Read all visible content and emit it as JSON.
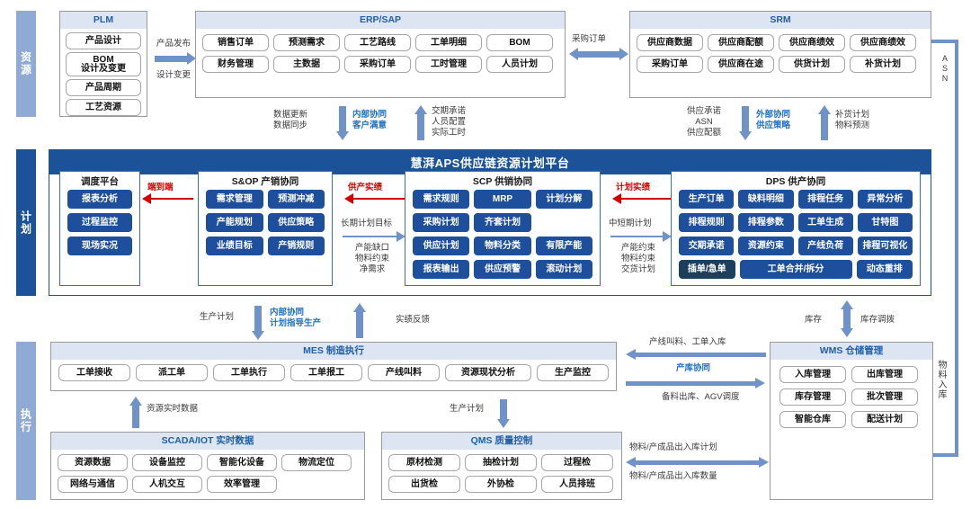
{
  "bands": {
    "resource": "资源",
    "planning": "计划",
    "execution": "执行"
  },
  "plm": {
    "title": "PLM",
    "items": [
      "产品设计",
      "BOM\n设计及变更",
      "产品周期",
      "工艺资源"
    ]
  },
  "erp": {
    "title": "ERP/SAP",
    "items": [
      "销售订单",
      "预测需求",
      "工艺路线",
      "工单明细",
      "BOM",
      "财务管理",
      "主数据",
      "采购订单",
      "工时管理",
      "人员计划"
    ]
  },
  "srm": {
    "title": "SRM",
    "items": [
      "供应商数据",
      "供应商配额",
      "供应商绩效",
      "供应商绩效",
      "采购订单",
      "供应商在途",
      "供货计划",
      "补货计划"
    ]
  },
  "platform": {
    "title": "慧湃APS供应链资源计划平台"
  },
  "dispatch": {
    "title": "调度平台",
    "items": [
      "报表分析",
      "过程监控",
      "现场实况"
    ]
  },
  "sop": {
    "title": "S&OP  产销协同",
    "items": [
      "需求管理",
      "预测冲减",
      "产能规划",
      "供应策略",
      "业绩目标",
      "产销规则"
    ]
  },
  "scp": {
    "title": "SCP  供销协同",
    "items": [
      "需求规则",
      "MRP",
      "计划分解",
      "采购计划",
      "齐套计划",
      "",
      "供应计划",
      "物料分类",
      "有限产能",
      "报表输出",
      "供应预警",
      "滚动计划"
    ]
  },
  "dps": {
    "title": "DPS  供产协同",
    "items": [
      "生产订单",
      "缺料明细",
      "排程任务",
      "异常分析",
      "排程规则",
      "排程参数",
      "工单生成",
      "甘特图",
      "交期承诺",
      "资源约束",
      "产线负荷",
      "排程可视化",
      "插单/急单",
      "工单合并/拆分",
      "动态重排"
    ]
  },
  "mes": {
    "title": "MES  制造执行",
    "items": [
      "工单接收",
      "派工单",
      "工单执行",
      "工单报工",
      "产线叫料",
      "资源现状分析",
      "生产监控"
    ]
  },
  "scada": {
    "title": "SCADA/IOT   实时数据",
    "items": [
      "资源数据",
      "设备监控",
      "智能化设备",
      "物流定位",
      "网络与通信",
      "人机交互",
      "效率管理"
    ]
  },
  "qms": {
    "title": "QMS  质量控制",
    "items": [
      "原材检测",
      "抽检计划",
      "过程检",
      "出货检",
      "外协检",
      "人员排班"
    ]
  },
  "wms": {
    "title": "WMS  仓储管理",
    "items": [
      "入库管理",
      "出库管理",
      "库存管理",
      "批次管理",
      "智能仓库",
      "配送计划"
    ]
  },
  "flows": {
    "plm_erp_top": "产品发布",
    "plm_erp_bottom": "设计变更",
    "erp_srm": "采购订单",
    "erp_down": "数据更新\n数据同步",
    "erp_mid": "内部协同\n客户满意",
    "erp_up": "交期承诺\n人员配置\n实际工时",
    "srm_down": "供应承诺\nASN\n供应配额",
    "srm_mid": "外部协同\n供应策略",
    "srm_up": "补货计划\n物料预测",
    "asn_label": "ASN",
    "end_to_end": "端到端",
    "supply_actual": "供产实绩",
    "plan_actual": "计划实绩",
    "long_term": "长期计划目标",
    "long_term_sub": "产能缺口\n物料约束\n净需求",
    "mid_short": "中短期计划",
    "mid_short_sub": "产能约束\n物料约束\n交货计划",
    "prod_plan_left": "生产计划",
    "internal_collab": "内部协同\n计划指导生产",
    "actual_feedback": "实绩反馈",
    "inventory": "库存",
    "inventory_transfer": "库存调拨",
    "res_realtime": "资源实时数据",
    "prod_plan_mid": "生产计划",
    "line_call": "产线叫料、工单入库",
    "prod_wh_collab": "产库协同",
    "prep_agv": "备料出库、AGV调度",
    "mat_io_plan": "物料/产成品出入库计划",
    "mat_io_qty": "物料/产成品出入库数量",
    "mat_inbound": "物料入库"
  },
  "colors": {
    "band_light": "#8faad4",
    "band_dark": "#1b5298",
    "card_header": "#dce5f1",
    "header_text": "#1f5fa8",
    "chip_blue": "#1e4f9c",
    "arrow": "#6f93c8",
    "red": "#d40000"
  }
}
